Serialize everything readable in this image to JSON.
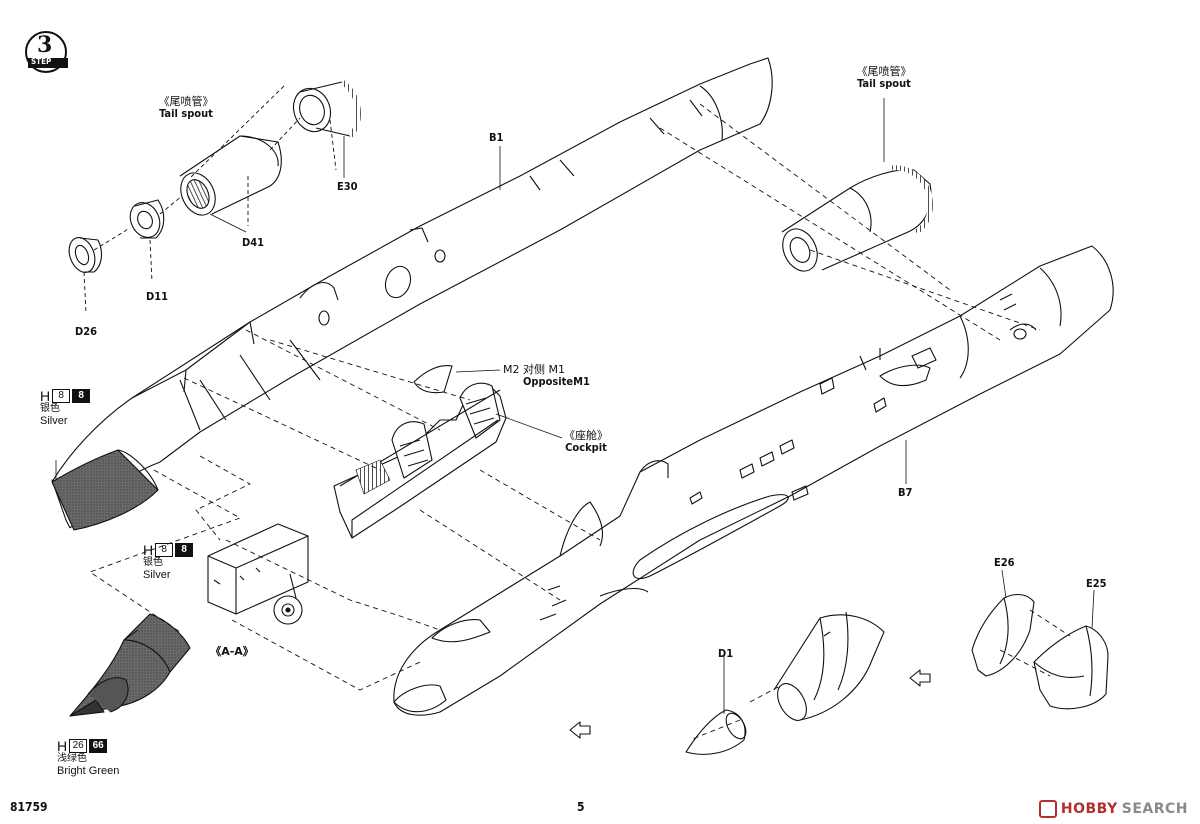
{
  "step": {
    "number": "3",
    "word": "STEP"
  },
  "callouts": {
    "tail_spout_left": {
      "cn": "《尾喷管》",
      "en": "Tail spout"
    },
    "tail_spout_right": {
      "cn": "《尾喷管》",
      "en": "Tail spout"
    },
    "opposite": {
      "cn": "M2 对侧 M1",
      "en": "OppositeM1"
    },
    "cockpit": {
      "cn": "《座舱》",
      "en": "Cockpit"
    },
    "section": "《A-A》"
  },
  "parts": {
    "E30": "E30",
    "D41": "D41",
    "D11": "D11",
    "D26": "D26",
    "B1": "B1",
    "B7": "B7",
    "D1": "D1",
    "E26": "E26",
    "E25": "E25"
  },
  "paints": [
    {
      "h": "H",
      "code": "8",
      "code2": "8",
      "cn": "银色",
      "en": "Silver"
    },
    {
      "h": "H",
      "code": "8",
      "code2": "8",
      "cn": "银色",
      "en": "Silver"
    },
    {
      "h": "H",
      "code": "26",
      "code2": "66",
      "cn": "浅绿色",
      "en": "Bright Green"
    }
  ],
  "footer": {
    "kit_number": "81759",
    "page": "5"
  },
  "watermark": {
    "brand": "HOBBY",
    "suffix": "SEARCH"
  }
}
